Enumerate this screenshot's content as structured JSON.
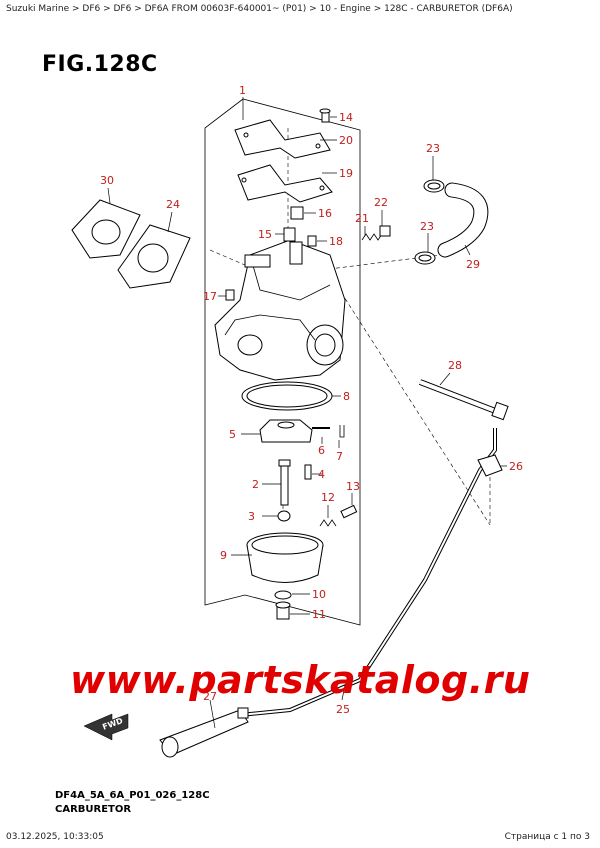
{
  "breadcrumb": "Suzuki Marine > DF6 > DF6 > DF6A FROM 00603F-640001~ (P01) > 10 - Engine > 128C - CARBURETOR (DF6A)",
  "figure_title": "FIG.128C",
  "footer": {
    "code": "DF4A_5A_6A_P01_026_128C",
    "name": "CARBURETOR"
  },
  "timestamp": "03.12.2025, 10:33:05",
  "page_info": "Страница с 1 по 3",
  "watermark": "www.partskatalog.ru",
  "fwd_label": "FWD",
  "colors": {
    "callout": "#c0201e",
    "watermark": "#e00000"
  },
  "callouts": {
    "c1": "1",
    "c2": "2",
    "c3": "3",
    "c4": "4",
    "c5": "5",
    "c6": "6",
    "c7": "7",
    "c8": "8",
    "c9": "9",
    "c10": "10",
    "c11": "11",
    "c12": "12",
    "c13": "13",
    "c14": "14",
    "c15": "15",
    "c16": "16",
    "c17": "17",
    "c18": "18",
    "c19": "19",
    "c20": "20",
    "c21": "21",
    "c22": "22",
    "c23a": "23",
    "c23b": "23",
    "c24": "24",
    "c25": "25",
    "c26": "26",
    "c27": "27",
    "c28": "28",
    "c29": "29",
    "c30": "30"
  }
}
